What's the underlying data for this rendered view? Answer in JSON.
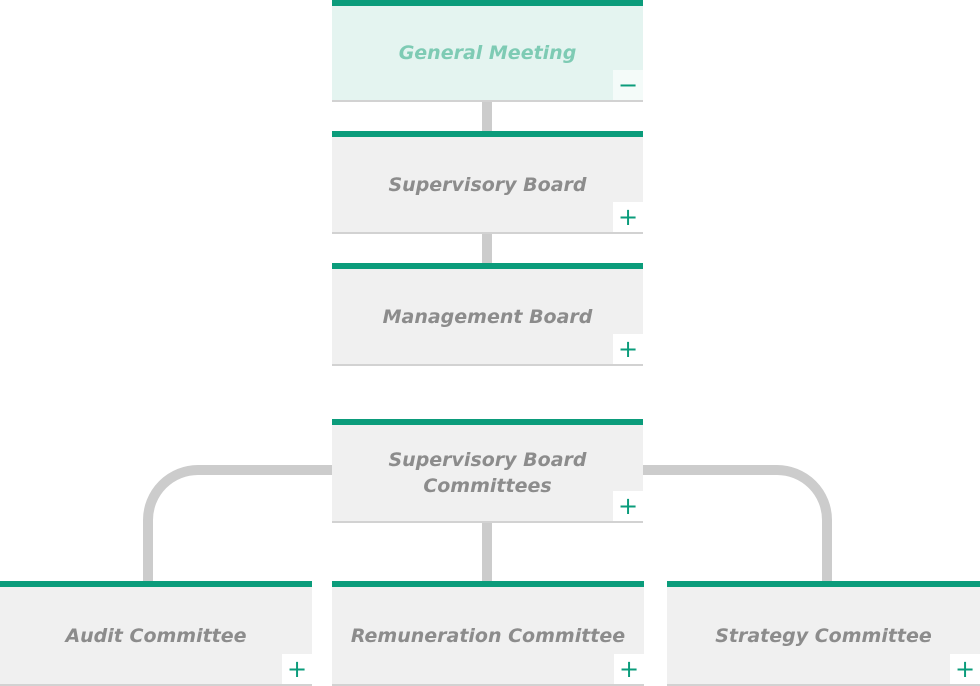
{
  "nodes": {
    "general_meeting": {
      "label": "General Meeting",
      "toggle": "−"
    },
    "supervisory_board": {
      "label": "Supervisory Board",
      "toggle": "+"
    },
    "management_board": {
      "label": "Management Board",
      "toggle": "+"
    },
    "sb_committees": {
      "label": "Supervisory Board\nCommittees",
      "toggle": "+"
    },
    "audit_committee": {
      "label": "Audit Committee",
      "toggle": "+"
    },
    "remuneration_committee": {
      "label": "Remuneration Committee",
      "toggle": "+"
    },
    "strategy_committee": {
      "label": "Strategy Committee",
      "toggle": "+"
    }
  },
  "colors": {
    "accent": "#0b9c7b",
    "box_bg": "#f0f0f0",
    "active_bg": "#e4f4f0",
    "label": "#8c8c8c",
    "connector": "#cccccc"
  }
}
